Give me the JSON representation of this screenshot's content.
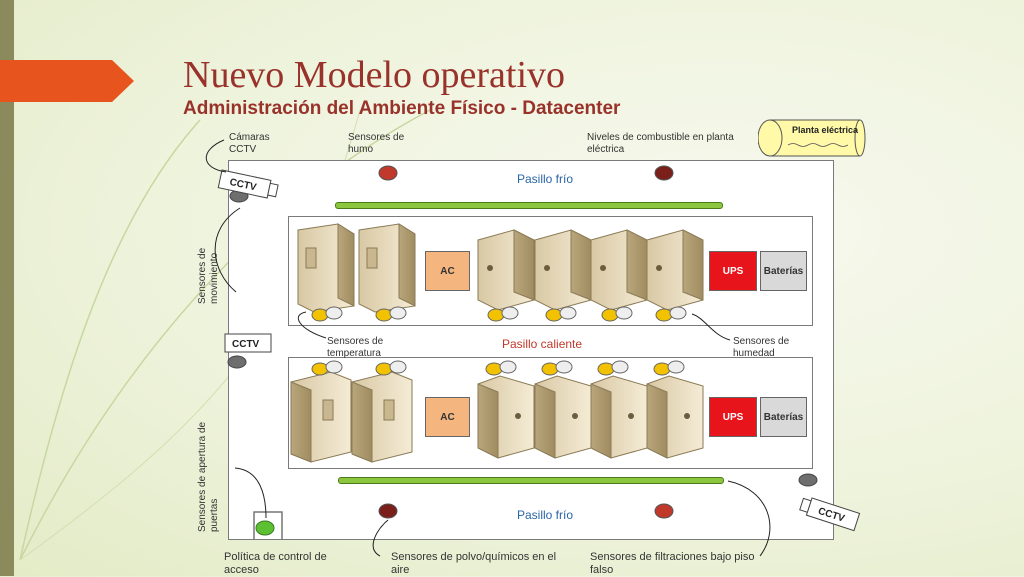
{
  "slide": {
    "title": "Nuevo Modelo operativo",
    "subtitle": "Administración del Ambiente Físico - Datacenter"
  },
  "labels": {
    "camaras": "Cámaras\nCCTV",
    "humo": "Sensores de\nhumo",
    "combustible": "Niveles de combustible en planta\neléctrica",
    "movimiento": "Sensores de\nmovimiento",
    "temperatura": "Sensores de\ntemperatura",
    "humedad": "Sensores de\nhumedad",
    "apertura": "Sensores de apertura de\npuertas",
    "politica": "Política de control de\nacceso",
    "polvo": "Sensores de polvo/químicos en el\naire",
    "filtraciones": "Sensores de filtraciones bajo piso\nfalso"
  },
  "aisles": {
    "cold_top": "Pasillo frío",
    "hot": "Pasillo caliente",
    "cold_bottom": "Pasillo frío"
  },
  "equipment": {
    "ac": "AC",
    "ups": "UPS",
    "baterias": "Baterías",
    "planta": "Planta eléctrica",
    "cctv": "CCTV"
  },
  "colors": {
    "title": "#98322a",
    "ups": "#e8141b",
    "ac": "#f4b57f",
    "bar": "#8cc63f",
    "smoke_sensor": "#c0392b",
    "fuel_sensor": "#7a1f1a",
    "temp_sensor": "#f2c200",
    "humidity_sensor": "#e6e6e6",
    "door_sensor": "#5cc032"
  }
}
